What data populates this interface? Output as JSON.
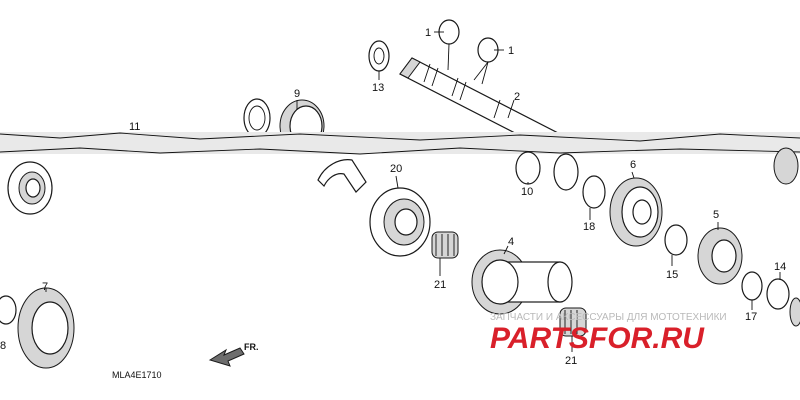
{
  "diagram": {
    "code": "MLA4E1710",
    "direction_label": "FR.",
    "callouts": [
      {
        "id": "c1a",
        "text": "1"
      },
      {
        "id": "c1b",
        "text": "1"
      },
      {
        "id": "c2",
        "text": "2"
      },
      {
        "id": "c4",
        "text": "4"
      },
      {
        "id": "c5",
        "text": "5"
      },
      {
        "id": "c6",
        "text": "6"
      },
      {
        "id": "c7",
        "text": "7"
      },
      {
        "id": "c8",
        "text": "8"
      },
      {
        "id": "c9",
        "text": "9"
      },
      {
        "id": "c10",
        "text": "10"
      },
      {
        "id": "c11",
        "text": "11"
      },
      {
        "id": "c13",
        "text": "13"
      },
      {
        "id": "c14",
        "text": "14"
      },
      {
        "id": "c15",
        "text": "15"
      },
      {
        "id": "c17",
        "text": "17"
      },
      {
        "id": "c18",
        "text": "18"
      },
      {
        "id": "c20",
        "text": "20"
      },
      {
        "id": "c21a",
        "text": "21"
      },
      {
        "id": "c21b",
        "text": "21"
      }
    ]
  },
  "watermark": {
    "subtitle": "ЗАПЧАСТИ И АКСЕССУАРЫ ДЛЯ МОТОТЕХНИКИ",
    "brand": "PARTSFOR.RU",
    "brand_color": "#d9202a"
  }
}
